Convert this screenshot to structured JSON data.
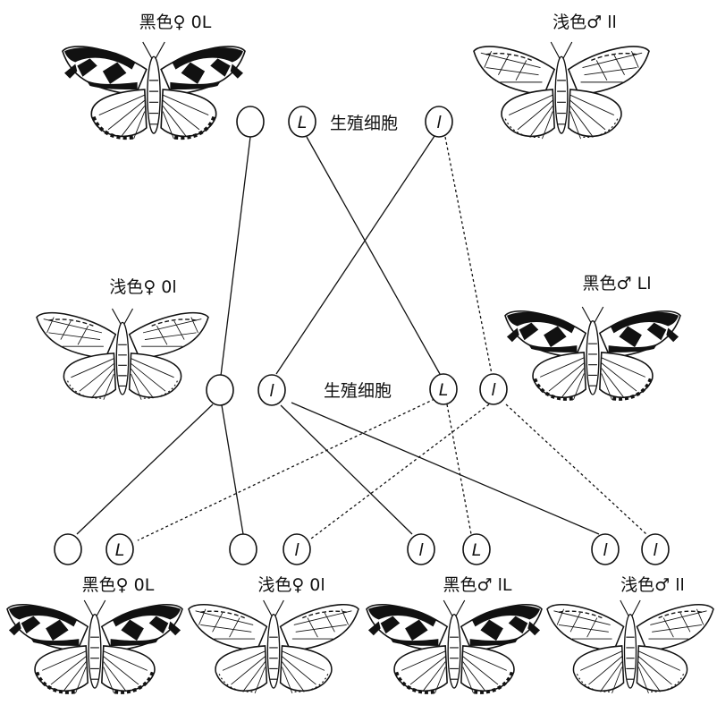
{
  "colors": {
    "ink": "#111111",
    "paper": "#ffffff"
  },
  "parents": {
    "mother_label": "黑色♀ 0L",
    "father_label": "浅色♂ ll"
  },
  "f1": {
    "mother_label": "浅色♀ 0l",
    "father_label": "黑色♂ Ll"
  },
  "gamete_label_top": "生殖细胞",
  "gamete_label_middle": "生殖细胞",
  "offspring": [
    {
      "label": "黑色♀ 0L",
      "wing": "dark"
    },
    {
      "label": "浅色♀ 0l",
      "wing": "light"
    },
    {
      "label": "黑色♂ lL",
      "wing": "dark"
    },
    {
      "label": "浅色♂ ll",
      "wing": "light"
    }
  ],
  "gametes": {
    "top_mother": [
      "",
      "L"
    ],
    "top_father": [
      "l"
    ],
    "mid_mother": [
      "",
      "l"
    ],
    "mid_father": [
      "L",
      "l"
    ],
    "bottom": [
      "",
      "L",
      "",
      "l",
      "l",
      "L",
      "l",
      "l"
    ]
  },
  "icons": {
    "parent_mother": "dark-moth-icon",
    "parent_father": "light-moth-icon",
    "f1_mother": "light-moth-icon",
    "f1_father": "dark-moth-icon"
  }
}
